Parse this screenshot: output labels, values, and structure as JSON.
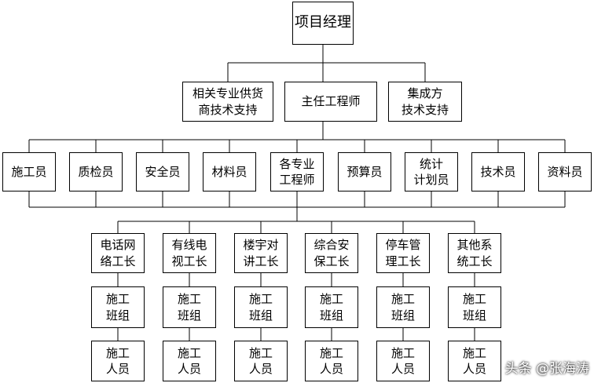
{
  "org_chart": {
    "top": "项目经理",
    "level2": [
      "相关专业供货\n商技术支持",
      "主任工程师",
      "集成方\n技术支持"
    ],
    "level3": [
      "施工员",
      "质检员",
      "安全员",
      "材料员",
      "各专业\n工程师",
      "预算员",
      "统计\n计划员",
      "技术员",
      "资料员"
    ],
    "teams": [
      {
        "foreman": "电话网\n络工长",
        "group": "施工\n班组",
        "staff": "施工\n人员"
      },
      {
        "foreman": "有线电\n视工长",
        "group": "施工\n班组",
        "staff": "施工\n人员"
      },
      {
        "foreman": "楼宇对\n讲工长",
        "group": "施工\n班组",
        "staff": "施工\n人员"
      },
      {
        "foreman": "综合安\n保工长",
        "group": "施工\n班组",
        "staff": "施工\n人员"
      },
      {
        "foreman": "停车管\n理工长",
        "group": "施工\n班组",
        "staff": "施工\n人员"
      },
      {
        "foreman": "其他系\n统工长",
        "group": "施工\n班组",
        "staff": "施工\n人员"
      }
    ]
  },
  "watermark": "头条 @张海涛"
}
